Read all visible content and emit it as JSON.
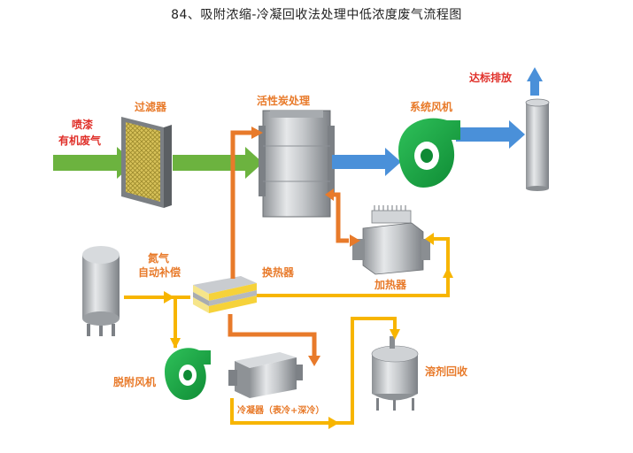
{
  "title": "84、吸附浓缩-冷凝回收法处理中低浓度废气流程图",
  "labels": {
    "inlet_line1": "喷漆",
    "inlet_line2": "有机废气",
    "filter": "过滤器",
    "carbon": "活性炭处理",
    "fan": "系统风机",
    "discharge": "达标排放",
    "nitrogen_line1": "氮气",
    "nitrogen_line2": "自动补偿",
    "heat_exchanger": "换热器",
    "heater": "加热器",
    "desorb_fan": "脱附风机",
    "condenser": "冷凝器（表冷+深冷）",
    "solvent": "溶剂回收"
  },
  "colors": {
    "green": "#6cb33f",
    "blue": "#4a90d9",
    "orange": "#e87a2a",
    "yellow": "#f7b500",
    "label": "#e87a2a",
    "label_red": "#e0302a"
  }
}
